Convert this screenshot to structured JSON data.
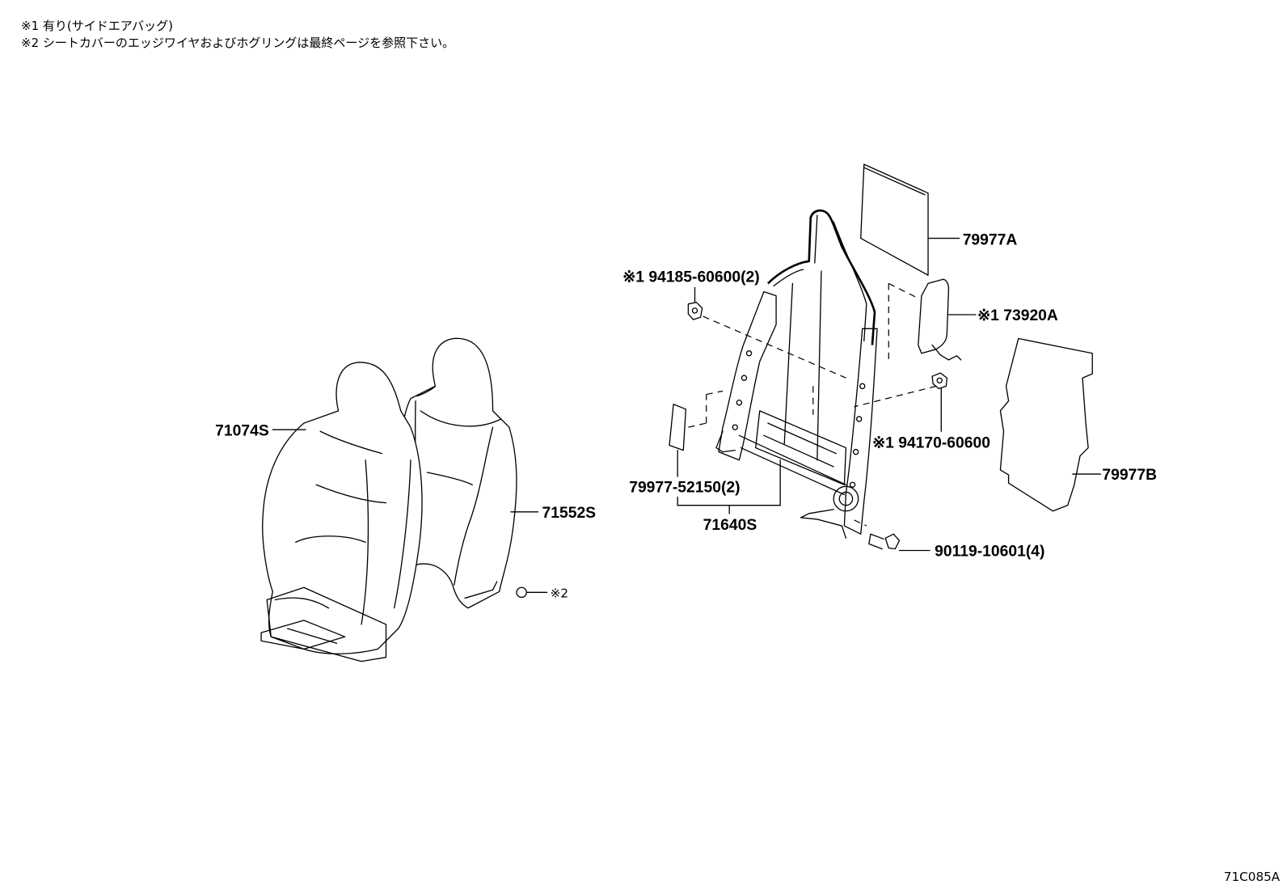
{
  "notes": {
    "note1": "※1 有り(サイドエアバッグ)",
    "note2": "※2 シートカバーのエッジワイヤおよびホグリングは最終ページを参照下さい。"
  },
  "labels": {
    "p71074S": "71074S",
    "p71552S": "71552S",
    "ref2": "※2",
    "p94185": "※1 94185-60600(2)",
    "p79977A": "79977A",
    "p73920A": "※1 73920A",
    "p94170": "※1 94170-60600",
    "p79977B": "79977B",
    "p79977_52150": "79977-52150(2)",
    "p71640S": "71640S",
    "p90119": "90119-10601(4)"
  },
  "drawing_code": "71C085A"
}
